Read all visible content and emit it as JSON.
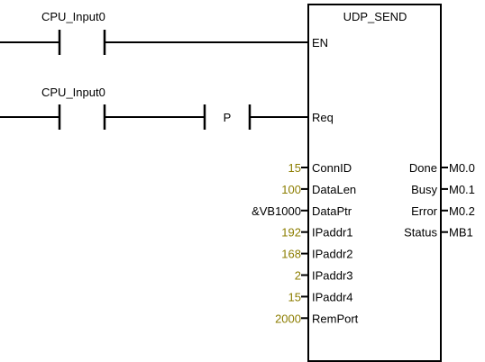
{
  "contacts": [
    {
      "label": "CPU_Input0"
    },
    {
      "label": "CPU_Input0"
    }
  ],
  "p_contact": {
    "label": "P"
  },
  "block": {
    "title": "UDP_SEND",
    "en_pin": "EN",
    "req_pin": "Req",
    "inputs": [
      {
        "pin": "ConnID",
        "value": "15"
      },
      {
        "pin": "DataLen",
        "value": "100"
      },
      {
        "pin": "DataPtr",
        "value": "&VB1000"
      },
      {
        "pin": "IPaddr1",
        "value": "192"
      },
      {
        "pin": "IPaddr2",
        "value": "168"
      },
      {
        "pin": "IPaddr3",
        "value": "2"
      },
      {
        "pin": "IPaddr4",
        "value": "15"
      },
      {
        "pin": "RemPort",
        "value": "2000"
      }
    ],
    "outputs": [
      {
        "pin": "Done",
        "value": "M0.0"
      },
      {
        "pin": "Busy",
        "value": "M0.1"
      },
      {
        "pin": "Error",
        "value": "M0.2"
      },
      {
        "pin": "Status",
        "value": "MB1"
      }
    ]
  },
  "colors": {
    "wire": "#000000",
    "param_value": "#8c7d00",
    "background": "#ffffff"
  }
}
